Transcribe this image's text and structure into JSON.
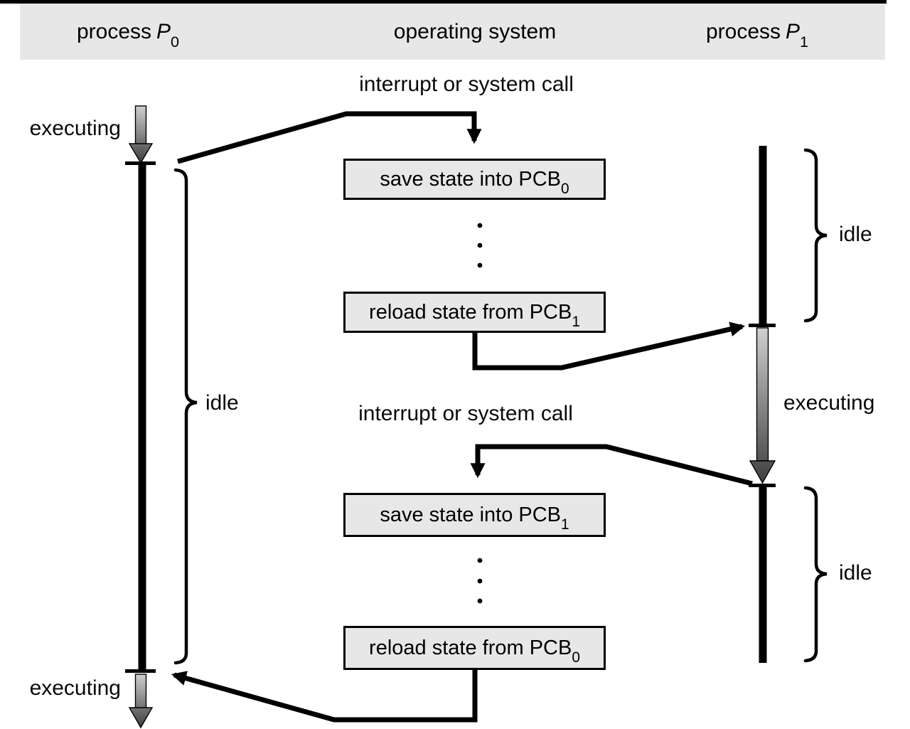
{
  "colors": {
    "ink": "#000000",
    "band": "#e7e7e7",
    "box_fill": "#e7e7e7",
    "arrow_gradient_light": "#cfcfcf",
    "arrow_gradient_dark": "#3f3f3f"
  },
  "header": {
    "p0": {
      "word": "process",
      "var": "P",
      "sub": "0"
    },
    "os": "operating system",
    "p1": {
      "word": "process",
      "var": "P",
      "sub": "1"
    }
  },
  "labels": {
    "interrupt_top": "interrupt or system call",
    "interrupt_bottom": "interrupt or system call",
    "executing_p0_top": "executing",
    "executing_p0_bottom": "executing",
    "executing_p1": "executing",
    "idle_p0": "idle",
    "idle_p1_top": "idle",
    "idle_p1_bottom": "idle"
  },
  "boxes": [
    {
      "text": "save state into PCB",
      "sub": "0"
    },
    {
      "text": "reload state from PCB",
      "sub": "1"
    },
    {
      "text": "save state into PCB",
      "sub": "1"
    },
    {
      "text": "reload state from PCB",
      "sub": "0"
    }
  ]
}
